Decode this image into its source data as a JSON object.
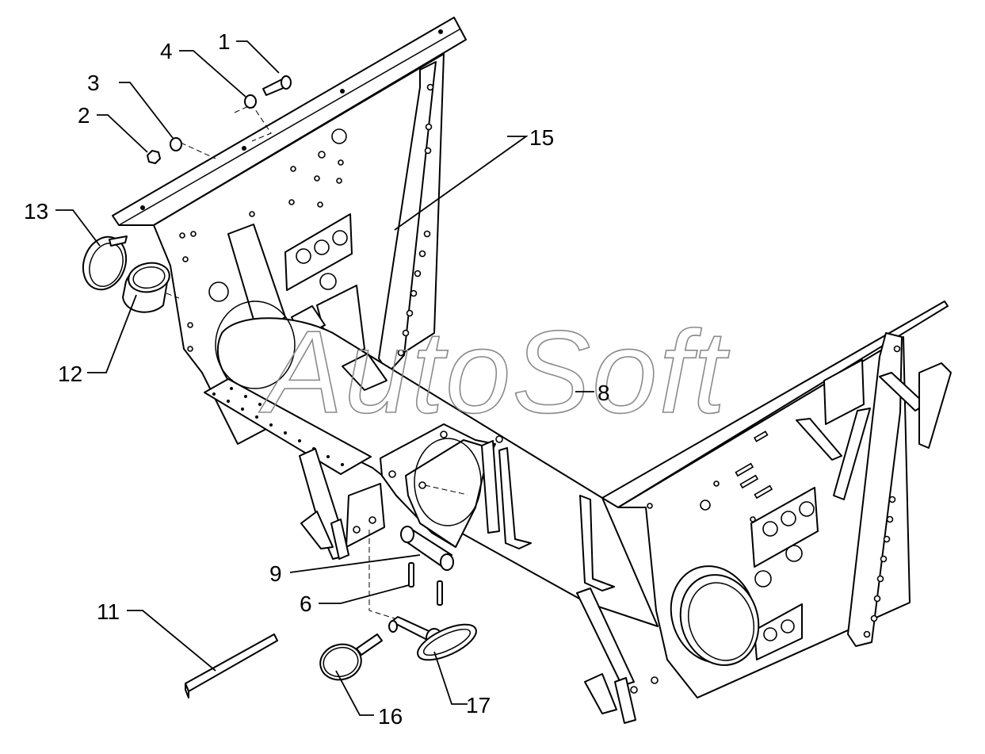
{
  "watermark": "AutoSoft",
  "callouts": [
    {
      "id": "1",
      "label": "1"
    },
    {
      "id": "2",
      "label": "2"
    },
    {
      "id": "3",
      "label": "3"
    },
    {
      "id": "4",
      "label": "4"
    },
    {
      "id": "6",
      "label": "6"
    },
    {
      "id": "8",
      "label": "8"
    },
    {
      "id": "9",
      "label": "9"
    },
    {
      "id": "11",
      "label": "11"
    },
    {
      "id": "12",
      "label": "12"
    },
    {
      "id": "13",
      "label": "13"
    },
    {
      "id": "15",
      "label": "15"
    },
    {
      "id": "16",
      "label": "16"
    },
    {
      "id": "17",
      "label": "17"
    }
  ]
}
